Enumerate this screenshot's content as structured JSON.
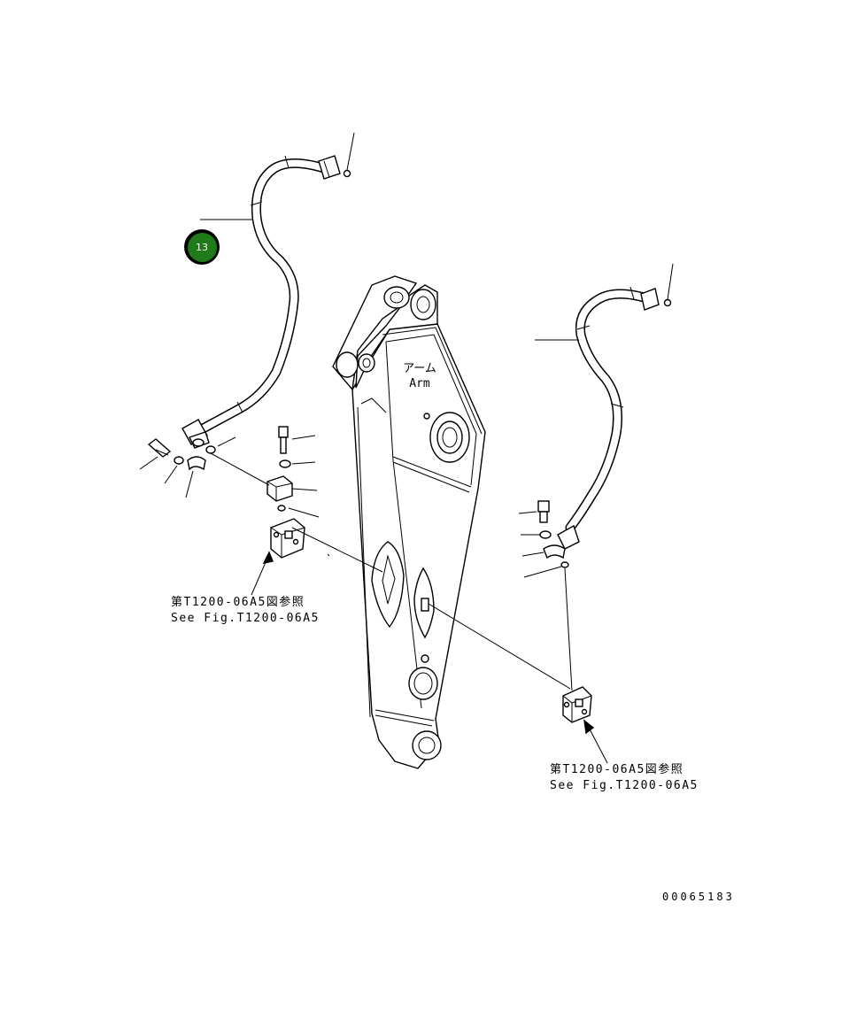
{
  "callouts": [
    {
      "number": "13",
      "fill": "#1f7a1a"
    }
  ],
  "arm": {
    "label_jp": "アーム",
    "label_en": "Arm"
  },
  "references": {
    "left": {
      "jp": "第T1200-06A5図参照",
      "en": "See Fig.T1200-06A5"
    },
    "right": {
      "jp": "第T1200-06A5図参照",
      "en": "See Fig.T1200-06A5"
    }
  },
  "drawing_number": "00065183"
}
